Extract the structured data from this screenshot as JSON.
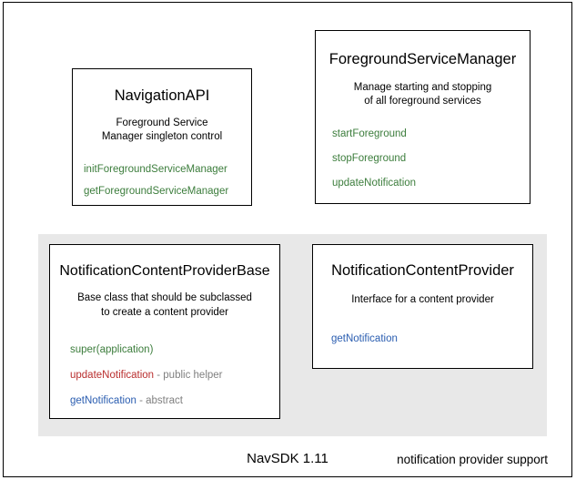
{
  "diagram": {
    "footer_label": "NavSDK 1.11",
    "group_panel": {
      "caption": "notification provider support"
    },
    "boxes": [
      {
        "id": "navigation-api",
        "title": "NavigationAPI",
        "description": "Foreground Service\nManager singleton control",
        "members": [
          {
            "name": "initForegroundServiceManager",
            "color": "green",
            "note": ""
          },
          {
            "name": "getForegroundServiceManager",
            "color": "green",
            "note": ""
          }
        ]
      },
      {
        "id": "foreground-service-manager",
        "title": "ForegroundServiceManager",
        "description": "Manage starting and stopping\nof all foreground services",
        "members": [
          {
            "name": "startForeground",
            "color": "green",
            "note": ""
          },
          {
            "name": "stopForeground",
            "color": "green",
            "note": ""
          },
          {
            "name": "updateNotification",
            "color": "green",
            "note": ""
          }
        ]
      },
      {
        "id": "notification-content-provider-base",
        "title": "NotificationContentProviderBase",
        "description": "Base class that should be subclassed\nto create a content provider",
        "members": [
          {
            "name": "super(application)",
            "color": "green",
            "note": ""
          },
          {
            "name": "updateNotification",
            "color": "red",
            "note": " - public helper"
          },
          {
            "name": "getNotification",
            "color": "blue",
            "note": " - abstract"
          }
        ]
      },
      {
        "id": "notification-content-provider",
        "title": "NotificationContentProvider",
        "description": "Interface for a content provider",
        "members": [
          {
            "name": "getNotification",
            "color": "blue",
            "note": ""
          }
        ]
      }
    ]
  },
  "colors": {
    "green": "#3c7d3c",
    "red": "#b92e2e",
    "blue": "#2a5db0",
    "note_gray": "#808080",
    "panel_gray": "#e8e8e8",
    "border": "#000000"
  }
}
